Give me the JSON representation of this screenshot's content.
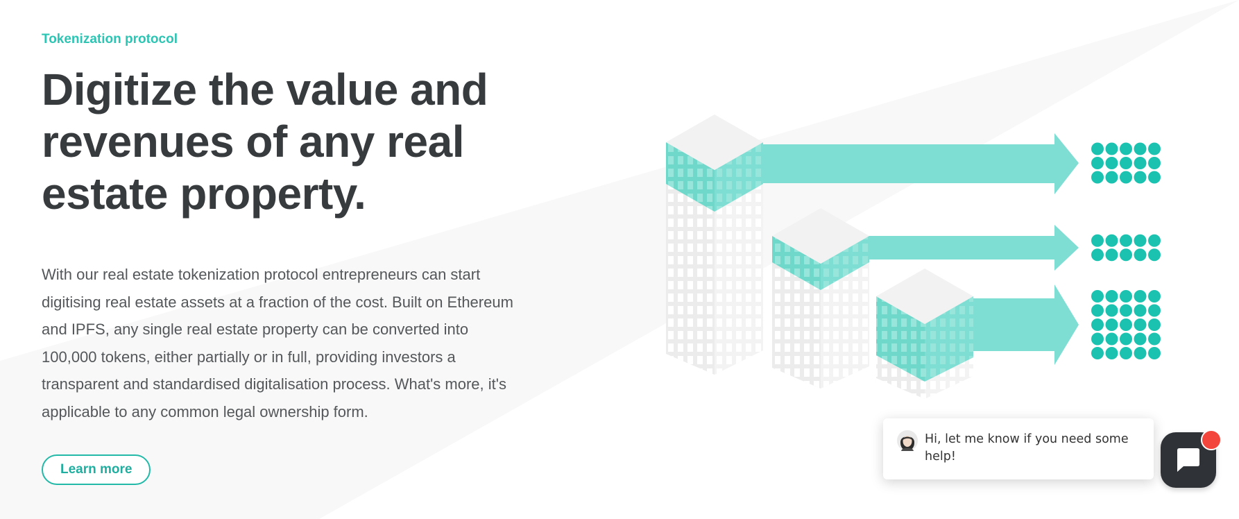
{
  "hero": {
    "eyebrow": "Tokenization protocol",
    "headline": "Digitize the value and revenues of any real estate property.",
    "body": "With our real estate tokenization protocol entrepreneurs can start digitising real estate assets at a fraction of the cost. Built on Ethereum and IPFS, any single real estate property can be converted into 100,000 tokens, either partially or in full, providing investors a transparent and standardised digitalisation process. What's more, it's applicable to any common legal ownership form.",
    "cta_label": "Learn more"
  },
  "illustration": {
    "buildings": 3,
    "token_rows": [
      3,
      2,
      5
    ],
    "token_columns": 5
  },
  "chat": {
    "message": "Hi, let me know if you need some help!",
    "launcher_icon": "chat-bubble-icon",
    "notification": true
  },
  "colors": {
    "accent": "#2cc5b4",
    "teal_light": "#7fded3",
    "token": "#1cc2b0",
    "heading": "#383b3e",
    "body": "#545759",
    "launcher": "#2f3236",
    "notification": "#f4453d"
  }
}
